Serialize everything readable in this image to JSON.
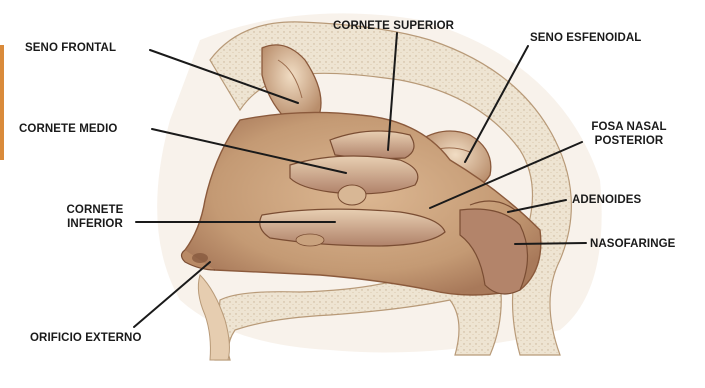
{
  "colors": {
    "tissue": "#c49a74",
    "tissue_dark": "#8b5a3c",
    "tissue_light": "#e6cdb0",
    "bone": "#eee4d2",
    "bone_edge": "#b89a78",
    "line": "#1a1a1a",
    "edge_accent": "#d98a3a"
  },
  "labels": {
    "seno_frontal": "SENO FRONTAL",
    "cornete_superior": "CORNETE SUPERIOR",
    "seno_esfenoidal": "SENO ESFENOIDAL",
    "cornete_medio": "CORNETE MEDIO",
    "fosa_nasal_1": "FOSA NASAL",
    "fosa_nasal_2": "POSTERIOR",
    "cornete_inferior_1": "CORNETE",
    "cornete_inferior_2": "INFERIOR",
    "adenoides": "ADENOIDES",
    "nasofaringe": "NASOFARINGE",
    "orificio_externo": "ORIFICIO EXTERNO"
  }
}
